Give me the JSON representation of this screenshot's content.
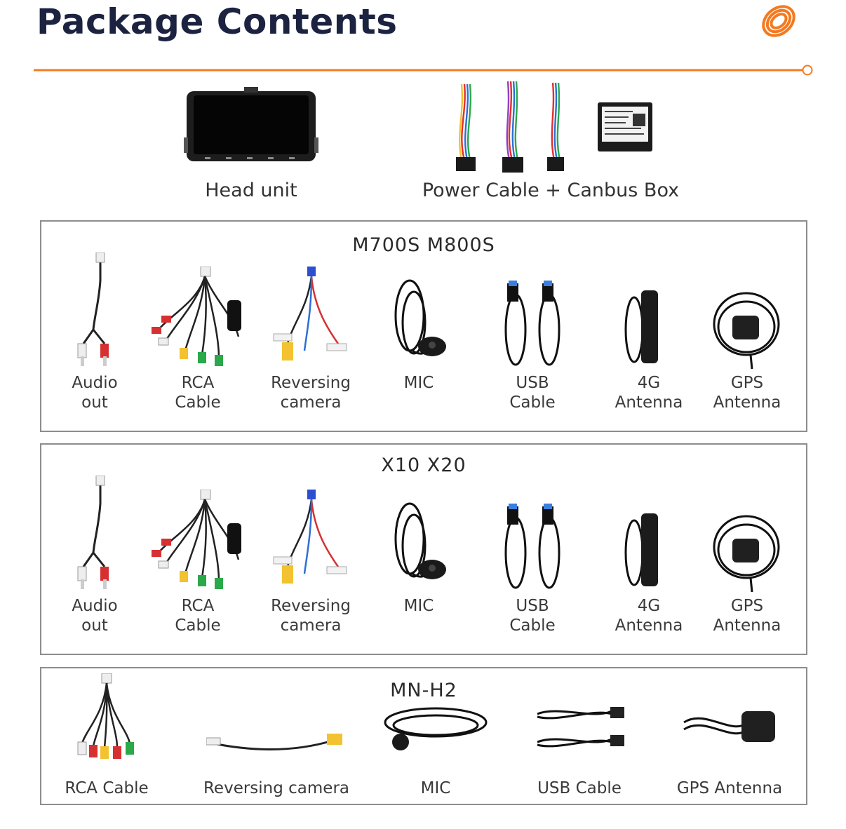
{
  "header": {
    "title": "Package Contents",
    "accent_color": "#f47a20",
    "title_color": "#1c2340"
  },
  "top_items": [
    {
      "label": "Head unit",
      "icon": "head-unit-icon"
    },
    {
      "label": "Power Cable + Canbus Box",
      "icon": "power-cable-canbus-icon"
    }
  ],
  "sections": [
    {
      "title": "M700S M800S",
      "items": [
        {
          "line1": "Audio",
          "line2": "out",
          "icon": "audio-out-cable-icon"
        },
        {
          "line1": "RCA",
          "line2": "Cable",
          "icon": "rca-cable-icon"
        },
        {
          "line1": "Reversing",
          "line2": "camera",
          "icon": "reversing-camera-cable-icon"
        },
        {
          "line1": "MIC",
          "line2": "",
          "icon": "mic-icon"
        },
        {
          "line1": "USB",
          "line2": "Cable",
          "icon": "usb-cable-icon"
        },
        {
          "line1": "4G",
          "line2": "Antenna",
          "icon": "4g-antenna-icon"
        },
        {
          "line1": "GPS",
          "line2": "Antenna",
          "icon": "gps-antenna-icon"
        }
      ]
    },
    {
      "title": "X10 X20",
      "items": [
        {
          "line1": "Audio",
          "line2": "out",
          "icon": "audio-out-cable-icon"
        },
        {
          "line1": "RCA",
          "line2": "Cable",
          "icon": "rca-cable-icon"
        },
        {
          "line1": "Reversing",
          "line2": "camera",
          "icon": "reversing-camera-cable-icon"
        },
        {
          "line1": "MIC",
          "line2": "",
          "icon": "mic-icon"
        },
        {
          "line1": "USB",
          "line2": "Cable",
          "icon": "usb-cable-icon"
        },
        {
          "line1": "4G",
          "line2": "Antenna",
          "icon": "4g-antenna-icon"
        },
        {
          "line1": "GPS",
          "line2": "Antenna",
          "icon": "gps-antenna-icon"
        }
      ]
    },
    {
      "title": "MN-H2",
      "items": [
        {
          "label": "RCA Cable",
          "icon": "rca-cable-icon"
        },
        {
          "label": "Reversing camera",
          "icon": "reversing-camera-cable-icon"
        },
        {
          "label": "MIC",
          "icon": "mic-icon"
        },
        {
          "label": "USB Cable",
          "icon": "usb-cable-icon"
        },
        {
          "label": "GPS Antenna",
          "icon": "gps-antenna-icon"
        }
      ]
    }
  ]
}
